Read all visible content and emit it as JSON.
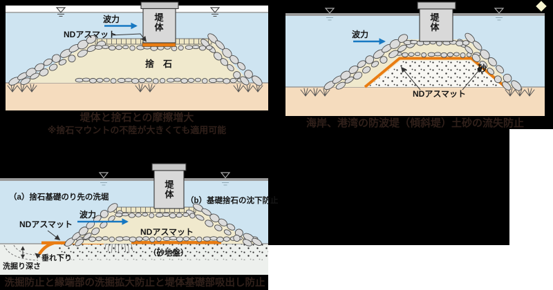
{
  "page": {
    "background": "#000000",
    "corner_diamond": "#f7f3cf",
    "white_area": "#ffffff"
  },
  "colors": {
    "nd_mat_orange": "#e97c12",
    "wave_arrow_blue": "#1778c2",
    "water_blue": "#cee4f1",
    "seabed_tan": "#f5dcbe",
    "rubble_cream": "#f0e9cd",
    "stone_gray": "#dcdcdc",
    "caisson_gray": "#d9d9d9",
    "caption_brown": "#30201a"
  },
  "panel1": {
    "wave_force": "波力",
    "nd_mat": "NDアスマット",
    "caisson": "堤体",
    "rubble": "捨　石",
    "caption": "堤体と捨石との摩擦増大",
    "subcaption": "※捨石マウントの不陸が大きくても適用可能"
  },
  "panel2": {
    "wave_force": "波力",
    "caisson": "堤体",
    "sand": "砂",
    "nd_mat": "NDアスマット",
    "caption": "海岸、港湾の防波堤（傾斜堤）土砂の流失防止"
  },
  "panel3": {
    "label_a": "（a）捨石基礎のり先の洗堀",
    "label_b": "（b）基礎捨石の沈下防止",
    "wave_force": "波力",
    "caisson": "堤体",
    "nd_mat_left": "NDアスマット",
    "nd_mat_center": "NDアスマット",
    "hang_down": "垂れ下り",
    "scour_depth": "洗掘り深さ",
    "sand_ground": "（砂地盤）",
    "caption": "洗掘防止と縁端部の洗掘拡大防止と堤体基礎部吸出し防止"
  }
}
